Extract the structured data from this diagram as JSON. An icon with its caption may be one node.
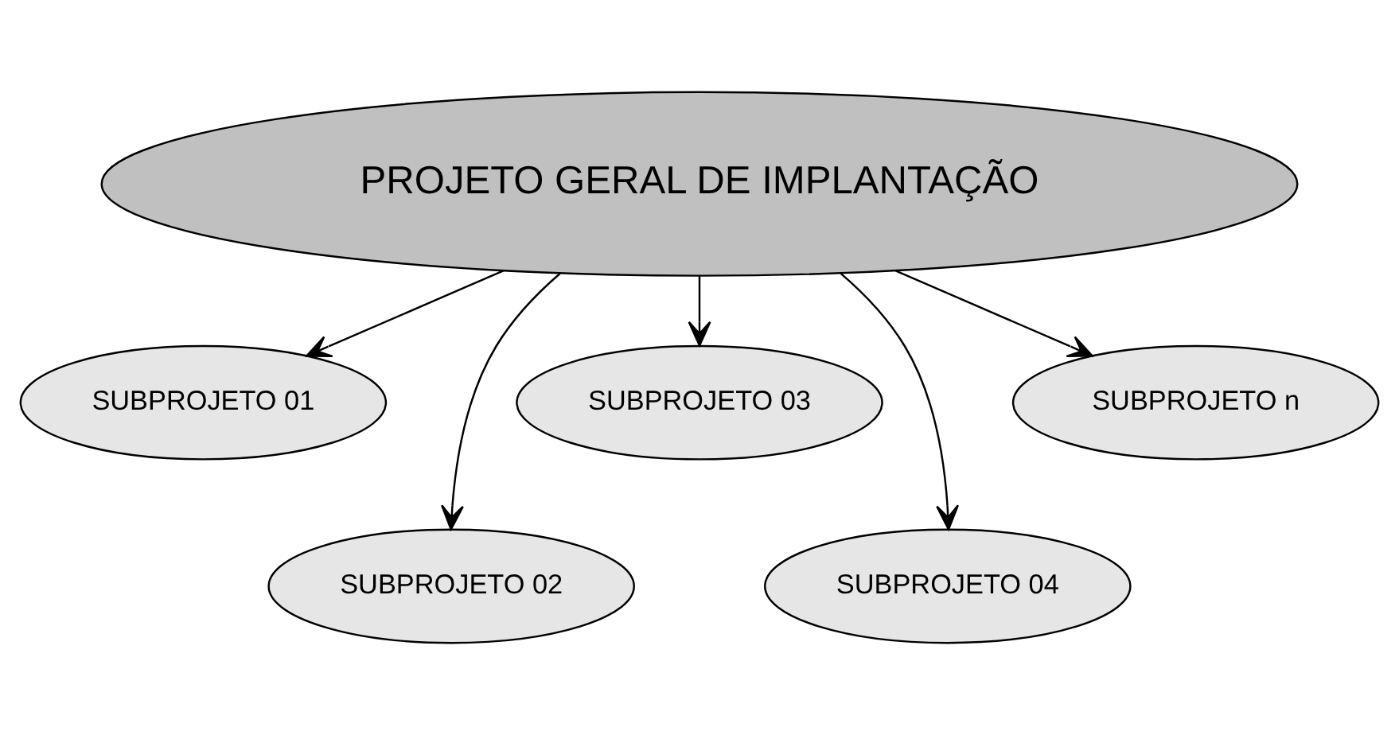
{
  "diagram": {
    "nodes": [
      {
        "text": [
          "PROJETO GERAL DE IMPLANTAÇÃO"
        ]
      },
      {
        "text": [
          "SUBPROJETO 01"
        ]
      },
      {
        "text": [
          "SUBPROJETO 02"
        ]
      },
      {
        "text": [
          "SUBPROJETO 03"
        ]
      },
      {
        "text": [
          "SUBPROJETO 04"
        ]
      },
      {
        "text": [
          "SUBPROJETO n"
        ]
      }
    ],
    "edges": [
      {
        "from": 0,
        "to": 1,
        "arrow": "to"
      },
      {
        "from": 0,
        "to": 2,
        "arrow": "to"
      },
      {
        "from": 0,
        "to": 3,
        "arrow": "to"
      },
      {
        "from": 0,
        "to": 4,
        "arrow": "to"
      },
      {
        "from": 0,
        "to": 5,
        "arrow": "to"
      }
    ]
  }
}
